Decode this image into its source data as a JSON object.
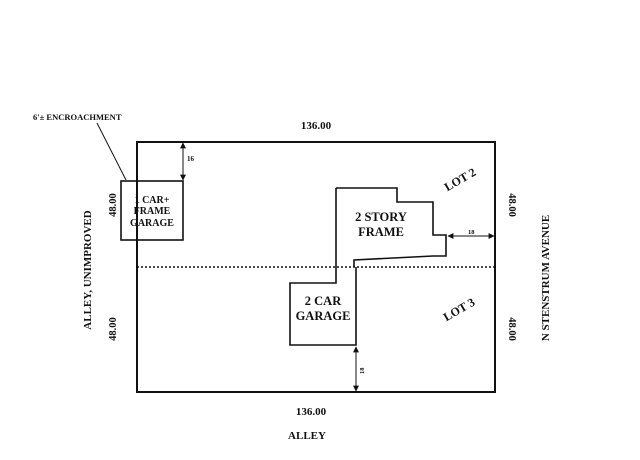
{
  "plat": {
    "dims": {
      "top": "136.00",
      "bottom": "136.00",
      "left_upper": "48.00",
      "left_lower": "48.00",
      "right_upper": "48.00",
      "right_lower": "48.00"
    },
    "streets": {
      "left": "ALLEY, UNIMPROVED",
      "right": "N STENSTRUM AVENUE",
      "bottom": "ALLEY"
    },
    "lots": {
      "upper": "LOT 2",
      "lower": "LOT 3"
    },
    "buildings": {
      "small_garage": [
        "1 CAR+",
        "FRAME",
        "GARAGE"
      ],
      "house": [
        "2 STORY",
        "FRAME"
      ],
      "garage": [
        "2 CAR",
        "GARAGE"
      ]
    },
    "callouts": {
      "encroachment": "6'± ENCROACHMENT",
      "garage_top": "16",
      "house_right": "18",
      "garage_bottom": "18"
    }
  }
}
